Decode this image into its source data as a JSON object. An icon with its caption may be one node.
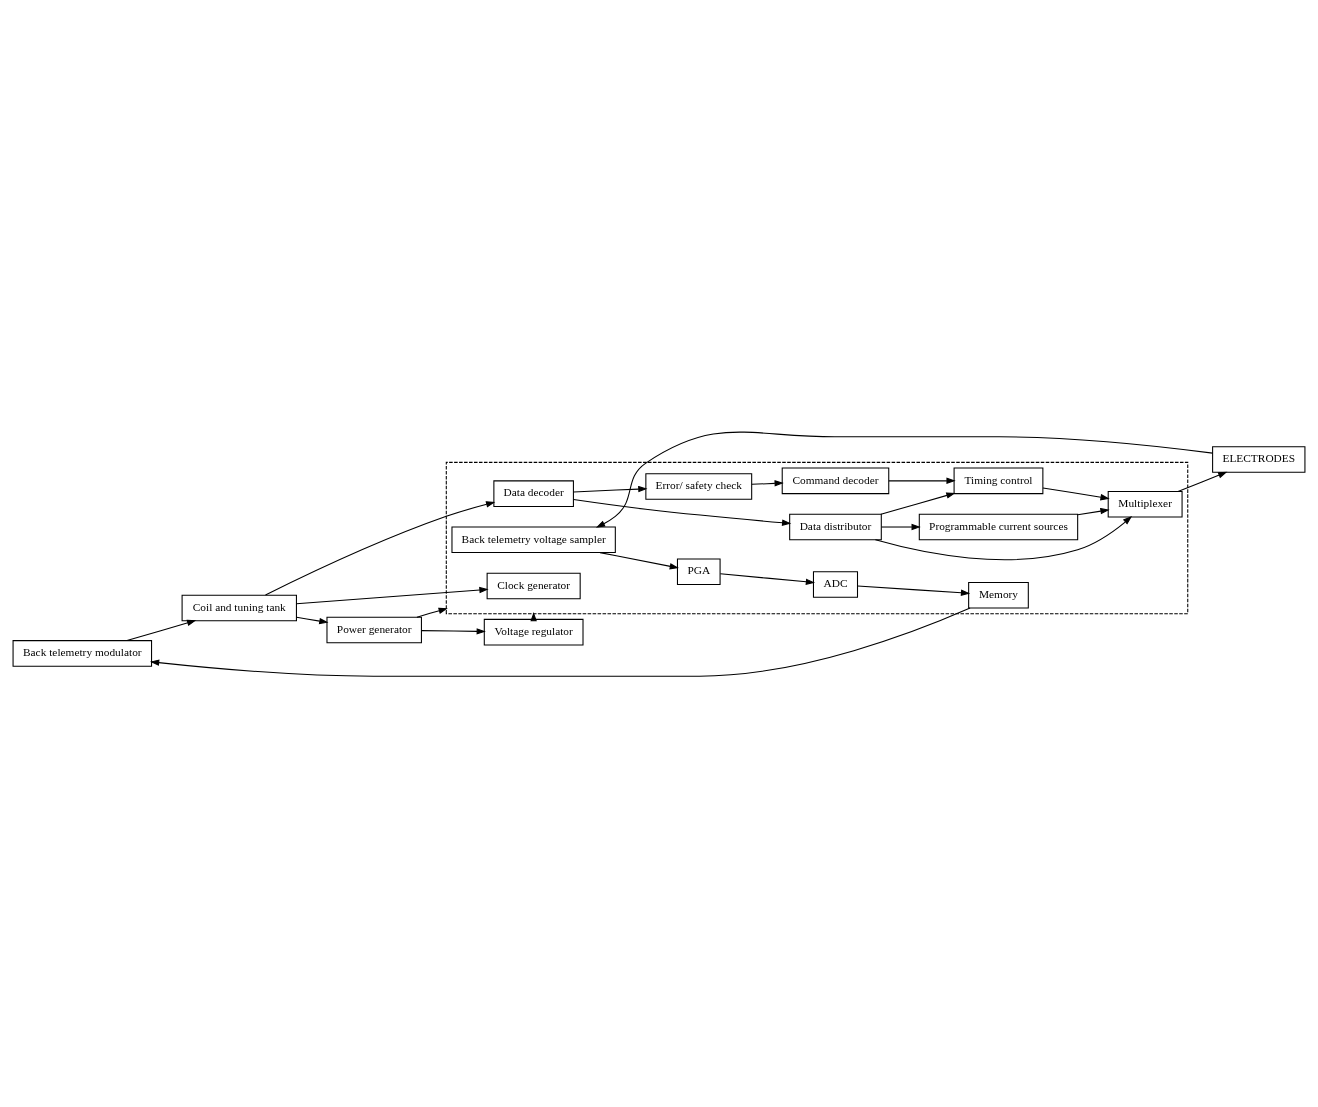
{
  "diagram": {
    "nodes": [
      {
        "text": [
          "Voltage regulator"
        ]
      },
      {
        "text": [
          "Power generator"
        ]
      },
      {
        "text": [
          "Coil and tuning tank"
        ]
      },
      {
        "text": [
          "Back telemetry modulator"
        ]
      },
      {
        "text": [],
        "shape": "box"
      },
      {
        "text": [
          "Clock generator"
        ],
        "in": 4
      },
      {
        "text": [
          "Data decoder"
        ],
        "in": 4
      },
      {
        "text": [
          "Error/ safety check"
        ],
        "in": 4
      },
      {
        "text": [
          "Command decoder"
        ],
        "in": 4
      },
      {
        "text": [
          "Data distributor"
        ],
        "in": 4
      },
      {
        "text": [
          "Timing control"
        ],
        "in": 4
      },
      {
        "text": [
          "Programmable current sources"
        ],
        "in": 4
      },
      {
        "text": [
          "Multiplexer"
        ],
        "in": 4
      },
      {
        "text": [
          "Memory"
        ],
        "in": 4
      },
      {
        "text": [
          "ADC"
        ],
        "in": 4
      },
      {
        "text": [
          "PGA"
        ],
        "in": 4
      },
      {
        "text": [
          "Back telemetry voltage sampler"
        ],
        "in": 4
      },
      {
        "text": [
          "ELECTRODES"
        ]
      }
    ],
    "edges": [
      {
        "from": 0,
        "to": 4,
        "arrow": "to"
      },
      {
        "from": 1,
        "to": 4,
        "arrow": "to"
      },
      {
        "from": 1,
        "to": 0,
        "arrow": "to"
      },
      {
        "from": 2,
        "to": 1,
        "arrow": "to"
      },
      {
        "from": 3,
        "to": 2,
        "arrow": "to"
      },
      {
        "from": 2,
        "to": 5,
        "arrow": "to"
      },
      {
        "from": 2,
        "to": 6,
        "arrow": "to"
      },
      {
        "from": 6,
        "to": 9,
        "arrow": "to"
      },
      {
        "from": 6,
        "to": 7,
        "arrow": "to"
      },
      {
        "from": 7,
        "to": 8,
        "arrow": "to"
      },
      {
        "from": 8,
        "to": 10,
        "arrow": "to"
      },
      {
        "from": 9,
        "to": 10,
        "arrow": "to"
      },
      {
        "from": 9,
        "to": 11,
        "arrow": "to"
      },
      {
        "from": 9,
        "to": 12,
        "arrow": "to"
      },
      {
        "from": 11,
        "to": 12,
        "arrow": "to"
      },
      {
        "from": 10,
        "to": 12,
        "arrow": "to"
      },
      {
        "from": 12,
        "to": 17,
        "arrow": "to"
      },
      {
        "from": 17,
        "to": 16,
        "arrow": "to"
      },
      {
        "from": 16,
        "to": 15,
        "arrow": "to"
      },
      {
        "from": 15,
        "to": 14,
        "arrow": "to"
      },
      {
        "from": 14,
        "to": 13,
        "arrow": "to"
      },
      {
        "from": 13,
        "to": 3,
        "arrow": "to"
      }
    ]
  }
}
